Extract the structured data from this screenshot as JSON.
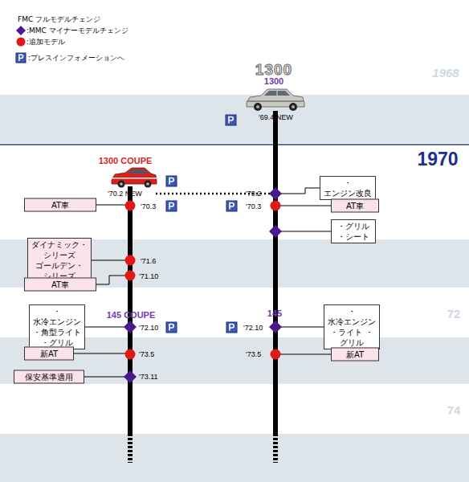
{
  "diagram": {
    "nodes": [
      {
        "text": [
          "・エンジン改良"
        ]
      },
      {
        "text": [
          "AT車"
        ]
      },
      {
        "text": [
          "AT車"
        ]
      },
      {
        "text": [
          "・グリル ・シート"
        ]
      },
      {
        "text": [
          "ダイナミック・シリーズ ゴールデン・シリーズ"
        ]
      },
      {
        "text": [
          "AT車"
        ]
      },
      {
        "text": [
          "・水冷エンジン ・角型ライト ・グリル"
        ]
      },
      {
        "text": [
          "・水冷エンジン ・ライト ・グリル"
        ]
      },
      {
        "text": [
          "新AT"
        ]
      },
      {
        "text": [
          "新AT"
        ]
      },
      {
        "text": [
          "保安基準適用"
        ]
      }
    ],
    "labels": [
      "1300",
      "1968",
      "1300",
      "'69.4 NEW",
      "1970",
      "1300 COUPE",
      "'70.2 NEW",
      "'70.2",
      "'70.3",
      "'70.3",
      "'71.6",
      "'71.10",
      "145 COUPE",
      "145",
      "72",
      "'72.10",
      "'72.10",
      "'73.5",
      "'73.5",
      "'73.11",
      "74"
    ],
    "legend": [
      {
        "text": "FMC フルモデルチェンジ"
      },
      {
        "text": ":MMC マイナーモデルチェンジ"
      },
      {
        "text": ":追加モデル"
      },
      {
        "text": ":プレスインフォメーションへ"
      }
    ]
  }
}
